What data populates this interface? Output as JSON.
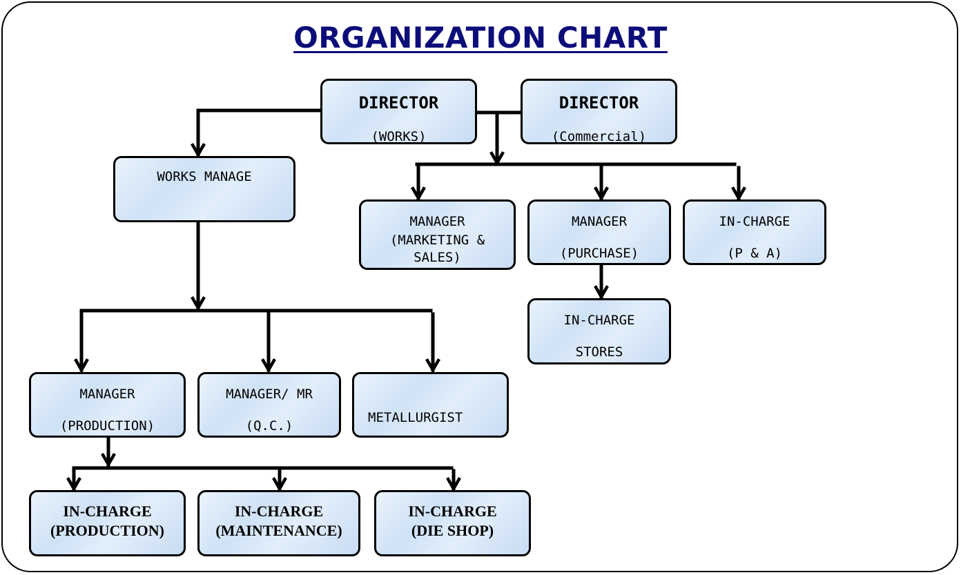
{
  "title": "ORGANIZATION CHART",
  "nodes": {
    "director_works": {
      "title": "DIRECTOR",
      "subtitle": "(WORKS)"
    },
    "director_commercial": {
      "title": "DIRECTOR",
      "subtitle": "(Commercial)"
    },
    "works_manager": {
      "title": "WORKS MANAGE"
    },
    "manager_marketing": {
      "line1": "MANAGER",
      "line2": "(MARKETING &",
      "line3": "SALES)"
    },
    "manager_purchase": {
      "line1": "MANAGER",
      "line2": "(PURCHASE)"
    },
    "incharge_pa": {
      "line1": "IN-CHARGE",
      "line2": "(P & A)"
    },
    "incharge_stores": {
      "line1": "IN-CHARGE",
      "line2": "STORES"
    },
    "manager_production": {
      "line1": "MANAGER",
      "line2": "(PRODUCTION)"
    },
    "manager_qc": {
      "line1": "MANAGER/ MR",
      "line2": "(Q.C.)"
    },
    "metallurgist": {
      "line1": "METALLURGIST"
    },
    "incharge_production": {
      "line1": "IN-CHARGE",
      "line2": "(PRODUCTION)"
    },
    "incharge_maintenance": {
      "line1": "IN-CHARGE",
      "line2": "(MAINTENANCE)"
    },
    "incharge_dieshop": {
      "line1": "IN-CHARGE",
      "line2": "(DIE SHOP)"
    }
  }
}
